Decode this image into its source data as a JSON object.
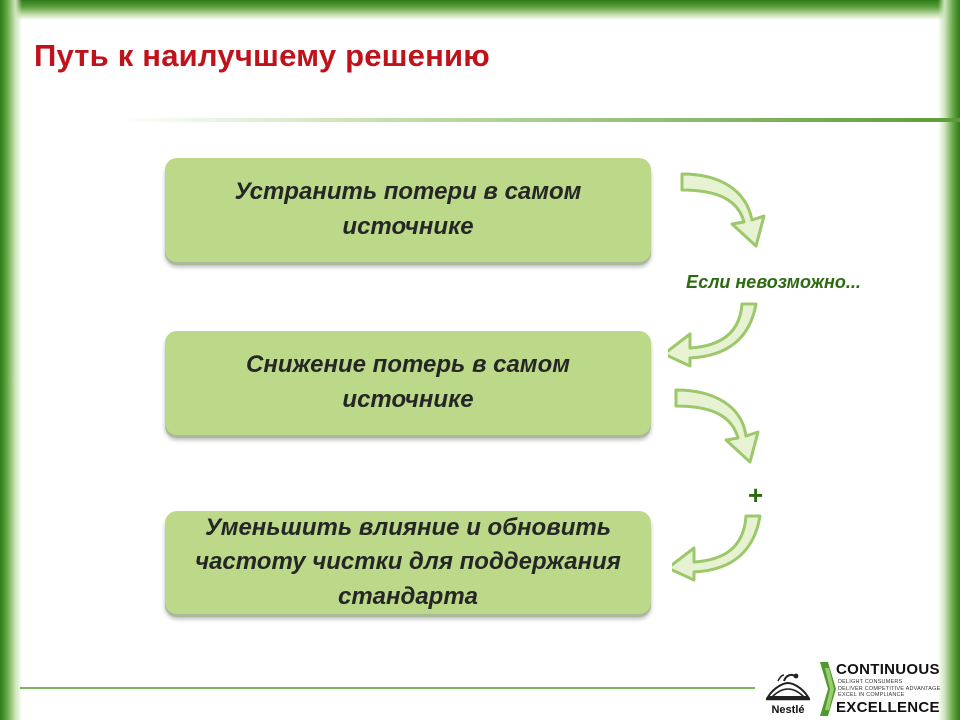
{
  "slide": {
    "title": "Путь к наилучшему решению"
  },
  "steps": [
    {
      "text": "Устранить потери в самом источнике"
    },
    {
      "text": "Снижение потерь в самом источнике"
    },
    {
      "text": "Уменьшить влияние и обновить частоту чистки для поддержания стандарта"
    }
  ],
  "connectors": {
    "note": "Если невозможно...",
    "plus": "+"
  },
  "logo": {
    "brand": "Nestlé",
    "line1": "CONTINUOUS",
    "line2": "EXCELLENCE",
    "taglines": [
      "DELIGHT CONSUMERS",
      "DELIVER COMPETITIVE ADVANTAGE",
      "EXCEL IN COMPLIANCE"
    ]
  },
  "colors": {
    "title": "#c0121b",
    "box_fill": "#bcd989",
    "accent_green": "#2c6a12",
    "frame_green": "#2e7a1a"
  },
  "icons": [
    "curved-arrow-icon",
    "nestle-nest-icon",
    "chevron-icon"
  ]
}
